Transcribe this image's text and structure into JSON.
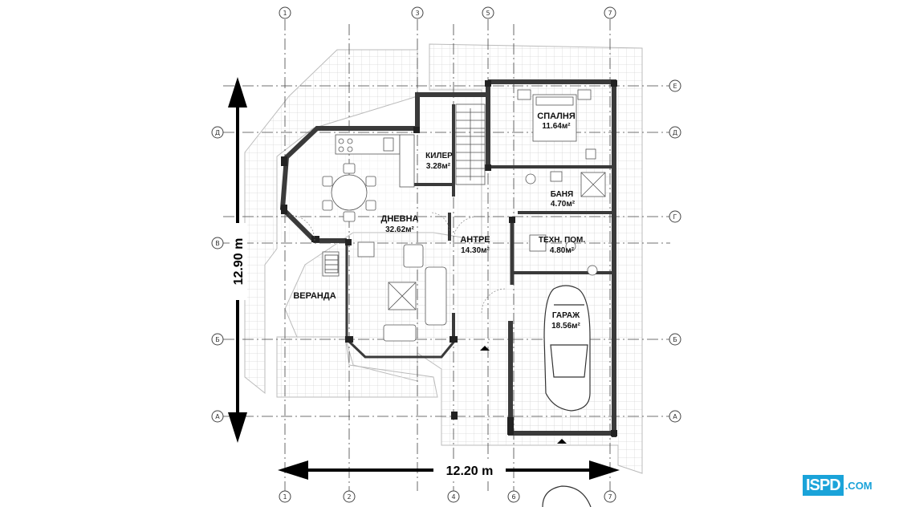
{
  "rooms": {
    "bedroom": {
      "name": "СПАЛНЯ",
      "area": "11.64м²"
    },
    "pantry": {
      "name": "КИЛЕР",
      "area": "3.28м²"
    },
    "living": {
      "name": "ДНЕВНА",
      "area": "32.62м²"
    },
    "bathroom": {
      "name": "БАНЯ",
      "area": "4.70м²"
    },
    "hall": {
      "name": "АНТРЕ",
      "area": "14.30м²"
    },
    "tech": {
      "name": "ТЕХН. ПОМ.",
      "area": "4.80м²"
    },
    "garage": {
      "name": "ГАРАЖ",
      "area": "18.56м²"
    },
    "veranda": {
      "name": "ВЕРАНДА"
    }
  },
  "dimensions": {
    "height": "12.90 m",
    "width": "12.20 m"
  },
  "axes": {
    "columns": [
      "1",
      "2",
      "3",
      "4",
      "5",
      "6",
      "7"
    ],
    "rows": [
      "Е",
      "Д",
      "Г",
      "В",
      "Б",
      "А"
    ]
  },
  "logo": {
    "text": "ISPD",
    "suffix": ".COM"
  },
  "colors": {
    "wall": "#3a3a3a",
    "grid": "#d6d6d6",
    "brand": "#1aa3d9"
  }
}
